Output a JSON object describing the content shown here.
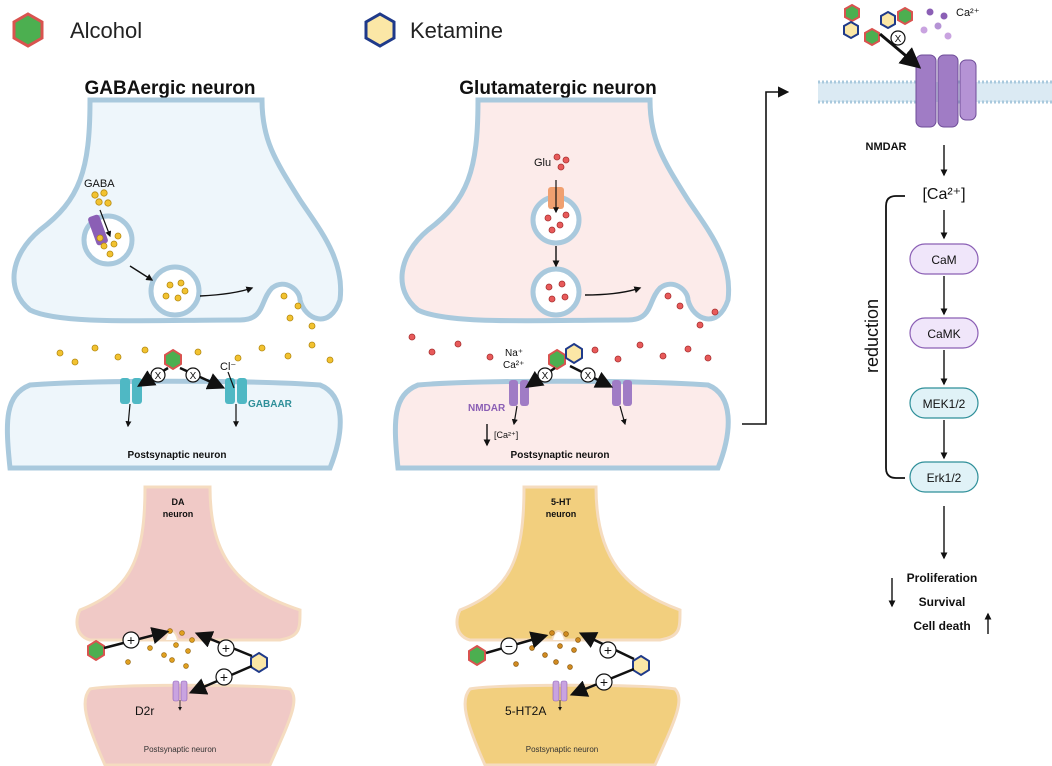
{
  "legend": {
    "alcohol_label": "Alcohol",
    "ketamine_label": "Ketamine",
    "alcohol_fill": "#4caf50",
    "alcohol_stroke": "#d9534f",
    "ketamine_fill": "#fbe7a6",
    "ketamine_stroke": "#1f3a8a"
  },
  "gaba_panel": {
    "title": "GABAergic neuron",
    "transmitter": "GABA",
    "ion": "Cl⁻",
    "receptor": "GABAAR",
    "postsynaptic": "Postsynaptic neuron"
  },
  "glu_panel": {
    "title": "Glutamatergic neuron",
    "transmitter": "Glu",
    "ions_na": "Na⁺",
    "ions_ca": "Ca²⁺",
    "receptor": "NMDAR",
    "ca_label": "[Ca²⁺]",
    "postsynaptic": "Postsynaptic neuron"
  },
  "da_panel": {
    "title_line1": "DA",
    "title_line2": "neuron",
    "receptor": "D2r",
    "postsynaptic": "Postsynaptic neuron",
    "signs": [
      "+",
      "+",
      "+"
    ]
  },
  "ht_panel": {
    "title_line1": "5-HT",
    "title_line2": "neuron",
    "receptor": "5-HT2A",
    "postsynaptic": "Postsynaptic neuron",
    "signs": [
      "−",
      "+",
      "+"
    ]
  },
  "pathway": {
    "ca_ion": "Ca²⁺",
    "receptor": "NMDAR",
    "ca_level": "[Ca²⁺]",
    "steps": [
      "CaM",
      "CaMK",
      "MEK1/2",
      "Erk1/2"
    ],
    "bracket_label": "reduction",
    "outcomes": [
      "Proliferation",
      "Survival",
      "Cell death"
    ]
  },
  "block_symbol": "X",
  "colors": {
    "gaba_cytoplasm": "#eef6fb",
    "glu_cytoplasm": "#fcebea",
    "da_neuron": "#f0c9c6",
    "ht_neuron": "#f2cf7e",
    "membrane": "#a9c9dd",
    "gaba_dot": "#f2c230",
    "glu_dot": "#e85a5a",
    "receptor_teal": "#4fb8c4",
    "receptor_purple": "#a07cc5",
    "step_purple_fill": "#f0e6fa",
    "step_blue_fill": "#e0f2f7"
  }
}
